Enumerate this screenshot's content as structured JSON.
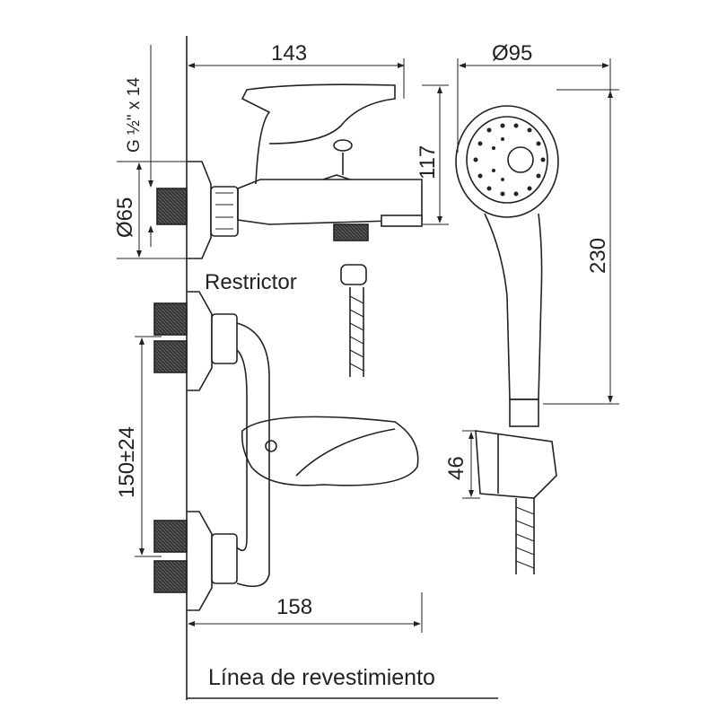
{
  "dimensions": {
    "width_top": "143",
    "shower_head_diameter": "Ø95",
    "thread": "G ½\" x 14",
    "height_top": "117",
    "flange_diameter": "Ø65",
    "shower_length": "230",
    "restrictor": "Restrictor",
    "center_distance": "150±24",
    "holder_height": "46",
    "width_bottom": "158"
  },
  "footer": {
    "wall_line_label": "Línea de revestimiento"
  }
}
